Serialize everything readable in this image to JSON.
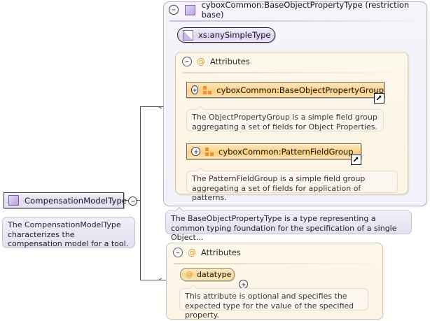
{
  "left": {
    "type_box": {
      "label": "CompensationModelType",
      "icon": "complex-type-swatch-icon",
      "collapse_icon": "minus-circle-icon"
    },
    "annotation": "The CompensationModelType characterizes the compensation model for a tool."
  },
  "base_panel": {
    "collapse_icon": "minus-circle-icon",
    "icon": "complex-type-swatch-icon",
    "title": "cyboxCommon:BaseObjectPropertyType (restriction base)",
    "simple_type": {
      "label": "xs:anySimpleType",
      "icon": "simple-type-icon"
    },
    "attributes": {
      "at_symbol": "@",
      "title": "Attributes",
      "collapse_icon": "minus-circle-icon",
      "groups": [
        {
          "label": "cyboxCommon:BaseObjectPropertyGroup",
          "expand_icon": "plus-circle-icon",
          "group_icon": "attribute-group-icon",
          "goto_icon": "goto-definition-arrow-icon",
          "annotation": "The ObjectPropertyGroup is a simple field group aggregating a set of fields for Object Properties."
        },
        {
          "label": "cyboxCommon:PatternFieldGroup",
          "expand_icon": "plus-circle-icon",
          "group_icon": "attribute-group-icon",
          "goto_icon": "goto-definition-arrow-icon",
          "annotation": "The PatternFieldGroup is a simple field group aggregating a set of fields for application of patterns."
        }
      ]
    },
    "annotation": "The BaseObjectPropertyType is a type representing a common typing foundation for the specification of a single Object..."
  },
  "local_attributes": {
    "at_symbol": "@",
    "title": "Attributes",
    "collapse_icon": "minus-circle-icon",
    "attribute": {
      "at_symbol": "@",
      "label": "datatype",
      "expand_icon": "plus-circle-icon",
      "annotation": "This attribute is optional and specifies the expected type for the value of the specified property."
    }
  },
  "colors": {
    "type_purple": "#b9a5dd",
    "group_orange": "#f0902a",
    "panel_purple_bg": "#f4f2fa",
    "panel_cream_bg": "#fcf5e8",
    "wire": "#55555f"
  }
}
